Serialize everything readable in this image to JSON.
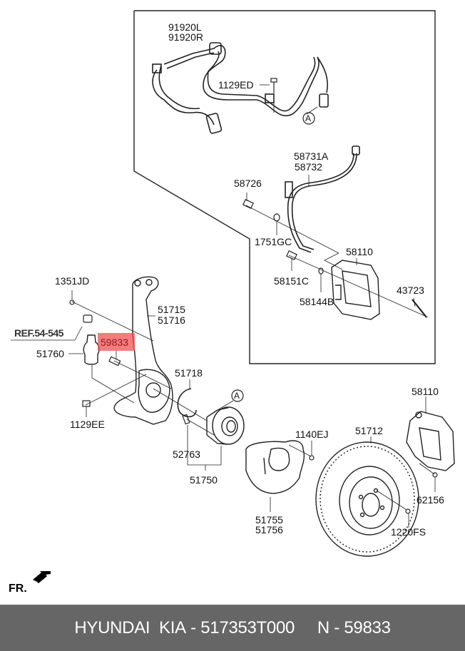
{
  "diagram": {
    "title": "Front axle / knuckle / brake assembly exploded view",
    "highlight_color": "#f05050",
    "labels": {
      "p91920": [
        "91920L",
        "91920R"
      ],
      "p1129ED": "1129ED",
      "callout_a_top": "A",
      "p58731": [
        "58731A",
        "58732"
      ],
      "p58726": "58726",
      "p1751GC": "1751GC",
      "p58110_top": "58110",
      "p58151C": "58151C",
      "p58144B": "58144B",
      "p43723": "43723",
      "p1351JD": "1351JD",
      "p51715": [
        "51715",
        "51716"
      ],
      "ref": "REF.54-545",
      "p51760": "51760",
      "p59833": "59833",
      "p51718": "51718",
      "callout_a_hub": "A",
      "p1129EE": "1129EE",
      "p52763": "52763",
      "p51750": "51750",
      "p1140EJ": "1140EJ",
      "p51755": [
        "51755",
        "51756"
      ],
      "p51712": "51712",
      "p58110_bottom": "58110",
      "p62156": "62156",
      "p1220FS": "1220FS"
    },
    "front_indicator": "FR."
  },
  "footer": {
    "brand": "HYUNDAI  KIA",
    "sep1": " - ",
    "part_number": "517353T000",
    "gap": "     ",
    "n_label": "N",
    "sep2": " - ",
    "n_value": "59833"
  }
}
